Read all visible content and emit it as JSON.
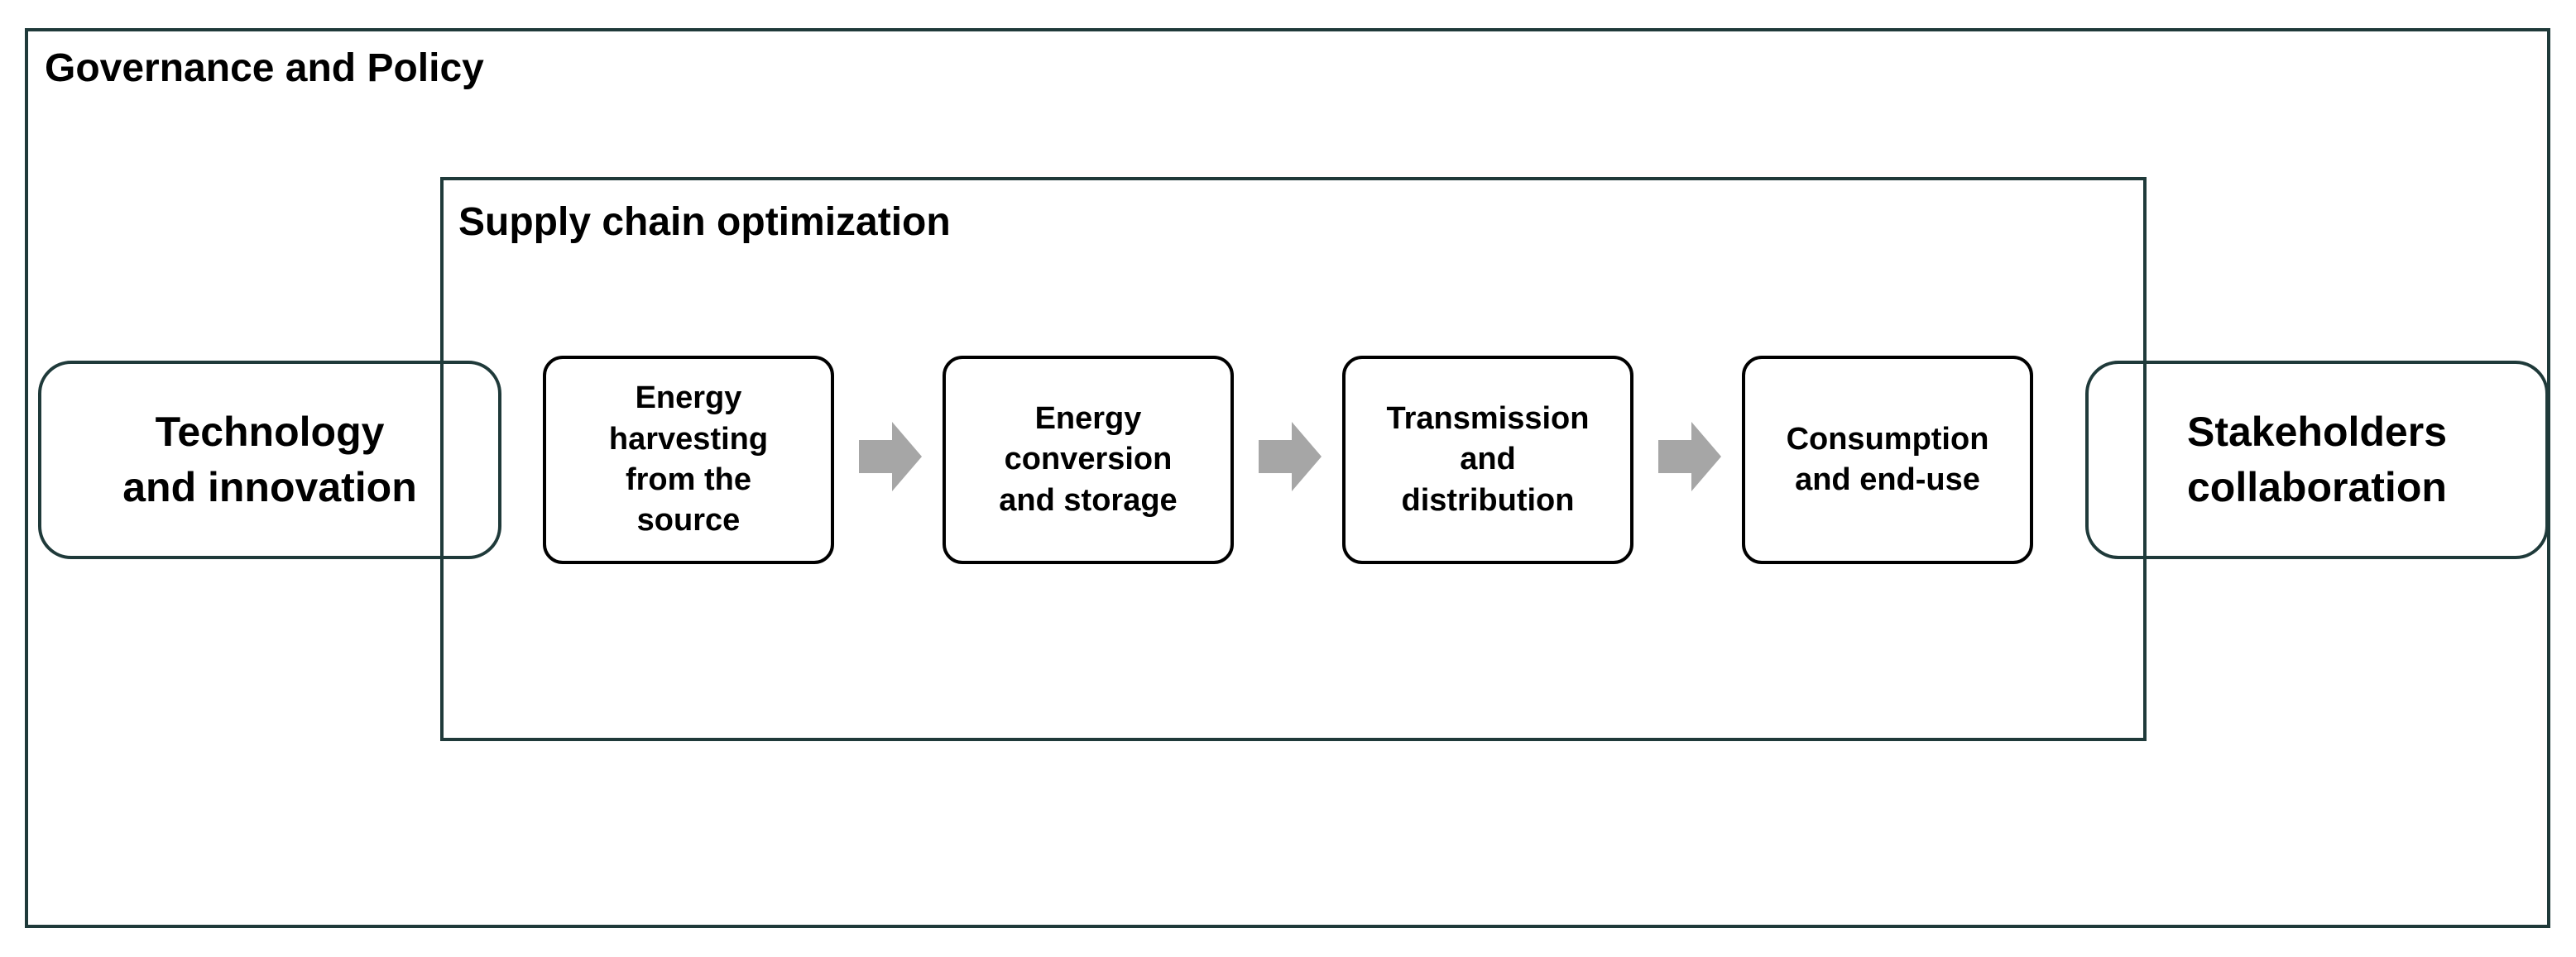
{
  "diagram": {
    "outer": {
      "title": "Governance and Policy"
    },
    "inner": {
      "title": "Supply chain optimization"
    },
    "left_box": {
      "label": "Technology\nand innovation"
    },
    "right_box": {
      "label": "Stakeholders\ncollaboration"
    },
    "steps": [
      {
        "label": "Energy\nharvesting\nfrom the\nsource"
      },
      {
        "label": "Energy\nconversion\nand storage"
      },
      {
        "label": "Transmission\nand\ndistribution"
      },
      {
        "label": "Consumption\nand end-use"
      }
    ],
    "arrow_color": "#a6a6a6",
    "border_color": "#1f3a3a"
  }
}
